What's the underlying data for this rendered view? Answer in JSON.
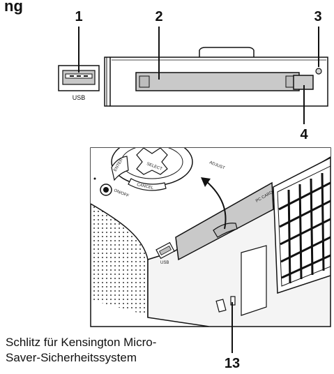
{
  "header_partial": "ng",
  "callouts": {
    "c1": "1",
    "c2": "2",
    "c3": "3",
    "c4": "4",
    "c13": "13"
  },
  "top_view": {
    "usb_label": "USB"
  },
  "projector_view": {
    "select_label": "SELECT",
    "enter_label": "ENTER",
    "cancel_label": "CANCEL",
    "adjust_label": "ADJUST",
    "on_off_label": "ON/OFF",
    "pc_card_label": "PC CARD",
    "usb_label": "USB"
  },
  "caption": {
    "line1": "Schlitz für Kensington Micro-",
    "line2": "Saver-Sicherheitssystem"
  }
}
